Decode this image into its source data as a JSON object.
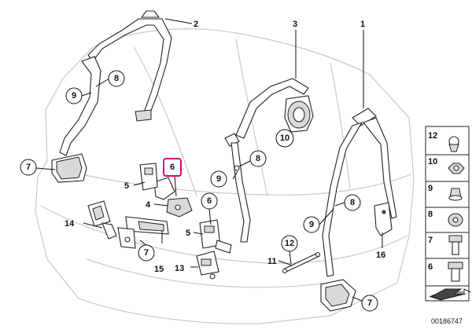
{
  "callouts": {
    "c1": "1",
    "c2": "2",
    "c3": "3",
    "c4": "4",
    "c5a": "5",
    "c5b": "5",
    "c6_hl": "6",
    "c6": "6",
    "c7a": "7",
    "c7b": "7",
    "c7c": "7",
    "c8a": "8",
    "c8b": "8",
    "c8c": "8",
    "c9a": "9",
    "c9b": "9",
    "c9c": "9",
    "c10": "10",
    "c11": "11",
    "c12": "12",
    "c13": "13",
    "c14": "14",
    "c15": "15",
    "c16": "16"
  },
  "legend": {
    "rows": [
      "12",
      "10",
      "9",
      "8",
      "7",
      "6"
    ]
  },
  "catalog_number": "00186747",
  "colors": {
    "highlight": "#e0007a",
    "seat_outline": "#c9c9c9",
    "ink": "#111111"
  }
}
